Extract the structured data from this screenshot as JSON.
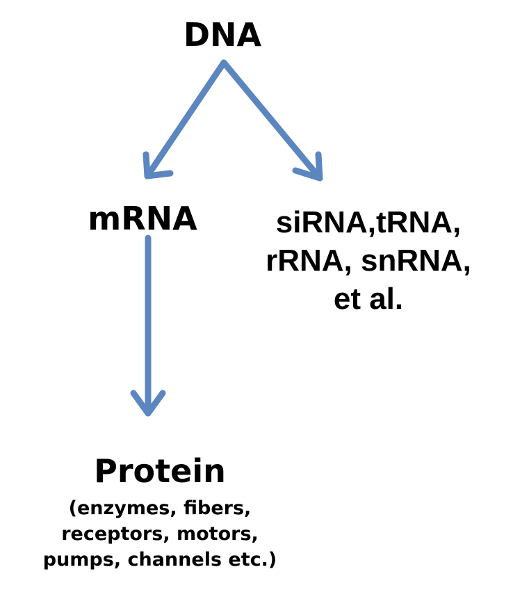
{
  "nodes": {
    "dna": "DNA",
    "mrna": "mRNA",
    "other_rna": [
      "siRNA,tRNA,",
      "rRNA, snRNA,",
      "et al."
    ],
    "protein": "Protein",
    "protein_examples": [
      "(enzymes, fibers,",
      "receptors, motors,",
      "pumps, channels etc.)"
    ]
  },
  "colors": {
    "arrow": "#5B86C0",
    "text": "#000000",
    "background": "#FFFFFF"
  },
  "edges": [
    {
      "from": "DNA",
      "to": "mRNA"
    },
    {
      "from": "DNA",
      "to": "siRNA,tRNA, rRNA, snRNA, et al."
    },
    {
      "from": "mRNA",
      "to": "Protein"
    }
  ]
}
